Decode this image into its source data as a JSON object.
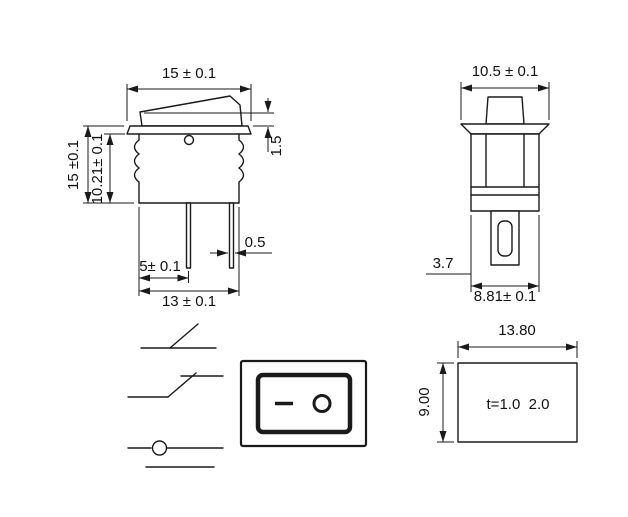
{
  "drawing": {
    "front_view": {
      "top_width": "15 ± 0.1",
      "overall_height": "15 ±0.1",
      "body_height": "10.21± 0.1",
      "rocker_protrusion": "1.5",
      "pin_thickness": "0.5",
      "pin_offset": "5± 0.1",
      "body_width": "13 ± 0.1"
    },
    "side_view": {
      "top_width": "10.5 ± 0.1",
      "stem_offset": "3.7",
      "body_depth": "8.81± 0.1"
    },
    "panel_cutout": {
      "width": "13.80",
      "height": "9.00",
      "thickness_note": "t=1.0  2.0"
    },
    "colors": {
      "line": "#1a1a1a",
      "background": "#ffffff"
    }
  }
}
